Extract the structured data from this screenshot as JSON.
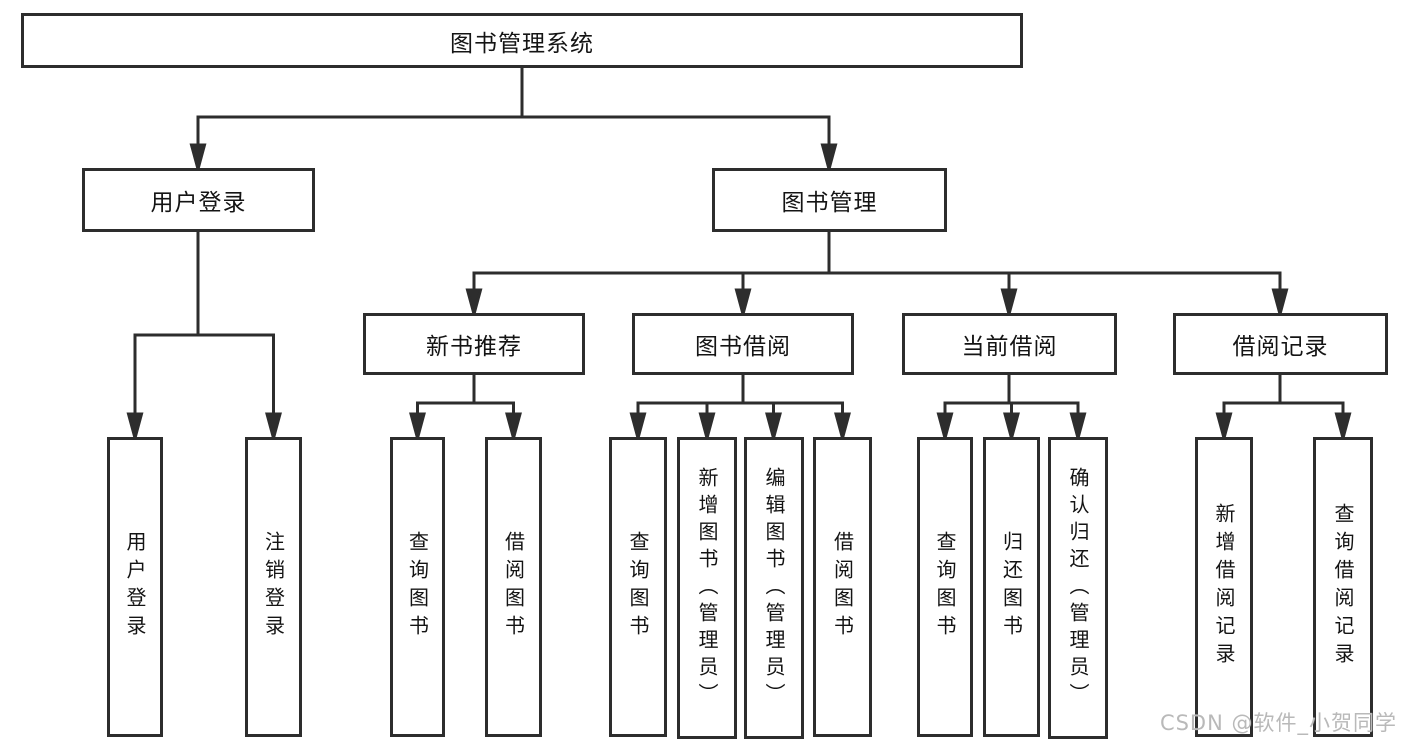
{
  "nodes": {
    "root": "图书管理系统",
    "user_login": "用户登录",
    "book_mgmt": "图书管理",
    "new_book_rec": "新书推荐",
    "book_borrow": "图书借阅",
    "current_borrow": "当前借阅",
    "borrow_records": "借阅记录",
    "leaf_user_login": "用户登录",
    "leaf_logout": "注销登录",
    "leaf_query_book_1": "查询图书",
    "leaf_borrow_book_1": "借阅图书",
    "leaf_query_book_2": "查询图书",
    "leaf_add_book": "新增图书（管理员）",
    "leaf_edit_book": "编辑图书（管理员）",
    "leaf_borrow_book_2": "借阅图书",
    "leaf_query_book_3": "查询图书",
    "leaf_return_book": "归还图书",
    "leaf_confirm_return": "确认归还（管理员）",
    "leaf_add_record": "新增借阅记录",
    "leaf_query_record": "查询借阅记录"
  },
  "hierarchy": {
    "图书管理系统": {
      "用户登录": [
        "用户登录",
        "注销登录"
      ],
      "图书管理": {
        "新书推荐": [
          "查询图书",
          "借阅图书"
        ],
        "图书借阅": [
          "查询图书",
          "新增图书（管理员）",
          "编辑图书（管理员）",
          "借阅图书"
        ],
        "当前借阅": [
          "查询图书",
          "归还图书",
          "确认归还（管理员）"
        ],
        "借阅记录": [
          "新增借阅记录",
          "查询借阅记录"
        ]
      }
    }
  },
  "watermark": "CSDN @软件_小贺同学",
  "colors": {
    "line": "#2d2d2d",
    "box_border": "#2d2d2d",
    "box_background": "#ffffff",
    "text": "#141414",
    "watermark": "#b9b9b9",
    "page_background": "#ffffff"
  }
}
